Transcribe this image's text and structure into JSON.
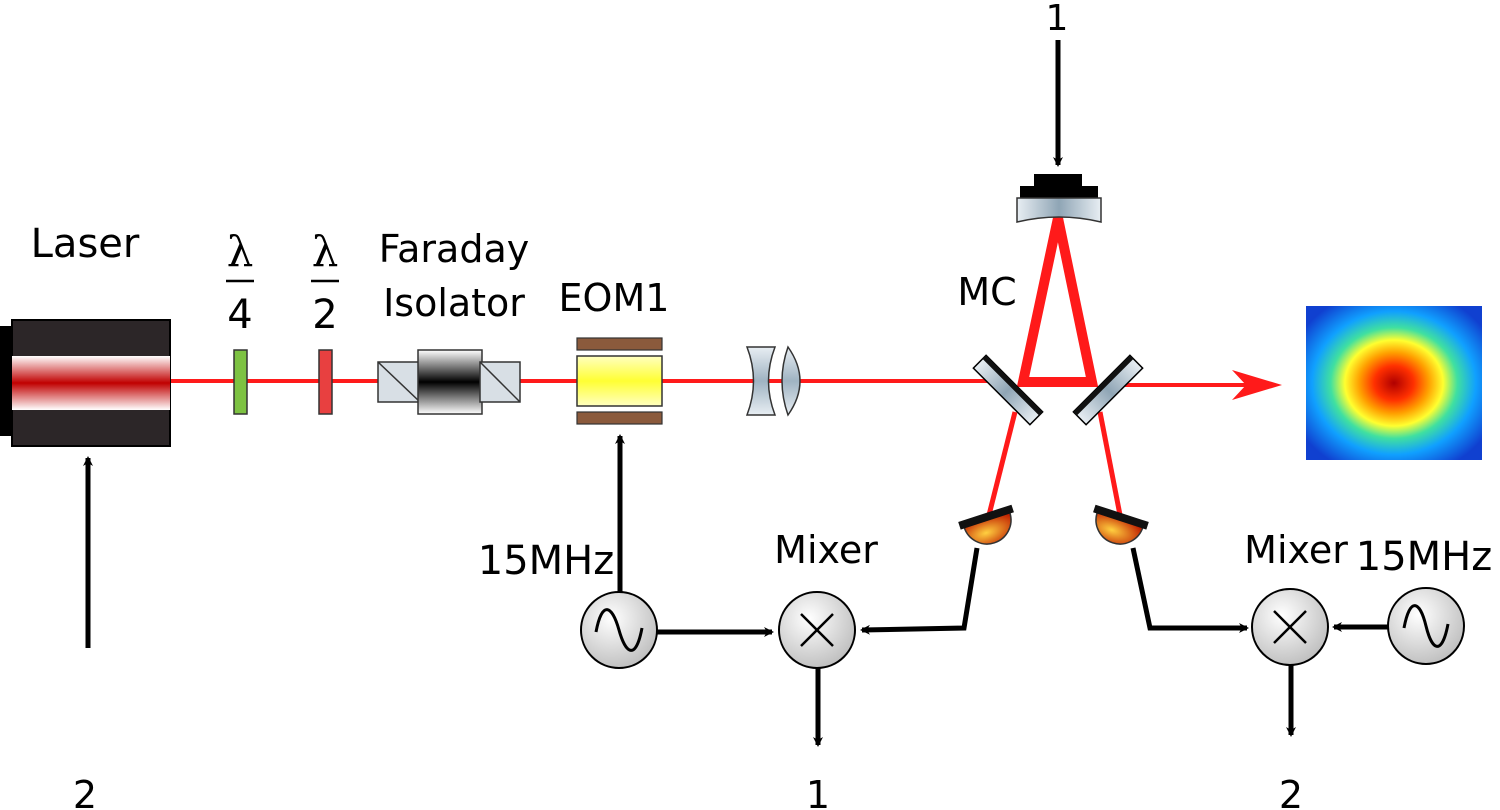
{
  "labels": {
    "laser": "Laser",
    "qwp_symbol": "λ",
    "qwp_denominator": "4",
    "hwp_symbol": "λ",
    "hwp_denominator": "2",
    "faraday_line1": "Faraday",
    "faraday_line2": "Isolator",
    "eom": "EOM1",
    "mc": "MC",
    "freq_left": "15MHz",
    "freq_right": "15MHz",
    "mixer_left": "Mixer",
    "mixer_right": "Mixer",
    "signal_top": "1",
    "signal_laser": "2",
    "signal_mixer_left": "1",
    "signal_mixer_right": "2"
  },
  "colors": {
    "beam": "#ff1a1a",
    "laser_body": "#2c2628",
    "laser_beam": "#c00000",
    "qwp": "#7dc242",
    "hwp": "#e84040",
    "eom_crystal": "#ffff66",
    "eom_plates": "#8b5a3c",
    "optic": "#b8c8d4"
  }
}
